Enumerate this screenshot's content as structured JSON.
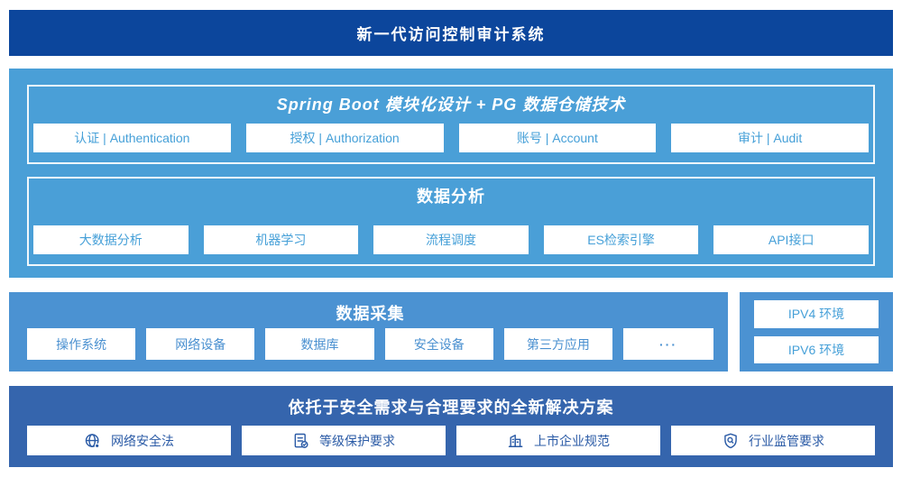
{
  "colors": {
    "banner_bg": "#0c469c",
    "platform_bg": "#4a9fd7",
    "collection_bg": "#4b92d2",
    "solution_bg": "#3565ad",
    "box_text_light": "#46a0d8",
    "box_text_mid": "#4a90d0",
    "box_text_dark": "#2b5ba6"
  },
  "banner": {
    "title": "新一代访问控制审计系统"
  },
  "platform": {
    "modules": {
      "title": "Spring Boot 模块化设计 + PG 数据仓储技术",
      "items": [
        "认证 | Authentication",
        "授权 | Authorization",
        "账号 | Account",
        "审计 | Audit"
      ]
    },
    "analysis": {
      "title": "数据分析",
      "items": [
        "大数据分析",
        "机器学习",
        "流程调度",
        "ES检索引擎",
        "API接口"
      ]
    }
  },
  "collection": {
    "title": "数据采集",
    "items": [
      "操作系统",
      "网络设备",
      "数据库",
      "安全设备",
      "第三方应用",
      "···"
    ]
  },
  "network": {
    "items": [
      "IPV4 环境",
      "IPV6 环境"
    ]
  },
  "solution": {
    "title": "依托于安全需求与合理要求的全新解决方案",
    "items": [
      {
        "icon": "globe-icon",
        "label": "网络安全法"
      },
      {
        "icon": "document-check-icon",
        "label": "等级保护要求"
      },
      {
        "icon": "building-icon",
        "label": "上市企业规范"
      },
      {
        "icon": "shield-search-icon",
        "label": "行业监管要求"
      }
    ]
  }
}
